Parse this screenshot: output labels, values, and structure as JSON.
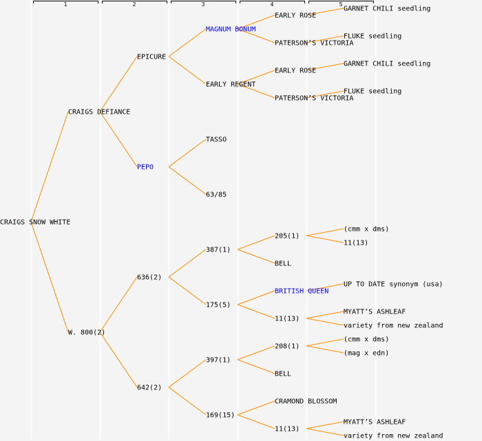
{
  "colors": {
    "background": "#f4f4f4",
    "column_line": "#ffffff",
    "connector": "#ff8c00",
    "text": "#000000",
    "highlight": "#0000ff"
  },
  "generation_headers": [
    "1",
    "2",
    "3",
    "4",
    "5"
  ],
  "tree": {
    "label": "CRAIGS SNOW WHITE",
    "children": [
      {
        "label": "CRAIGS DEFIANCE",
        "children": [
          {
            "label": "EPICURE",
            "children": [
              {
                "label": "MAGNUM BONUM",
                "highlight": true,
                "children": [
                  {
                    "label": "EARLY ROSE",
                    "children": [
                      {
                        "label": "GARNET CHILI seedling"
                      },
                      null
                    ]
                  },
                  {
                    "label": "PATERSON’S VICTORIA",
                    "children": [
                      {
                        "label": "FLUKE seedling"
                      },
                      null
                    ]
                  }
                ]
              },
              {
                "label": "EARLY REGENT",
                "children": [
                  {
                    "label": "EARLY ROSE",
                    "children": [
                      {
                        "label": "GARNET CHILI seedling"
                      },
                      null
                    ]
                  },
                  {
                    "label": "PATERSON’S VICTORIA",
                    "children": [
                      {
                        "label": "FLUKE seedling"
                      },
                      null
                    ]
                  }
                ]
              }
            ]
          },
          {
            "label": "PEPO",
            "highlight": true,
            "children": [
              {
                "label": "TASSO"
              },
              {
                "label": "63/85"
              }
            ]
          }
        ]
      },
      {
        "label": "W. 800(2)",
        "children": [
          {
            "label": "636(2)",
            "children": [
              {
                "label": "387(1)",
                "children": [
                  {
                    "label": "205(1)",
                    "children": [
                      {
                        "label": "(cmm x dms)"
                      },
                      {
                        "label": "11(13)"
                      }
                    ]
                  },
                  {
                    "label": "BELL"
                  }
                ]
              },
              {
                "label": "175(5)",
                "children": [
                  {
                    "label": "BRITISH QUEEN",
                    "highlight": true,
                    "children": [
                      {
                        "label": "UP TO DATE synonym (usa)"
                      },
                      null
                    ]
                  },
                  {
                    "label": "11(13)",
                    "children": [
                      {
                        "label": "MYATT’S ASHLEAF"
                      },
                      {
                        "label": "variety from new zealand"
                      }
                    ]
                  }
                ]
              }
            ]
          },
          {
            "label": "642(2)",
            "children": [
              {
                "label": "397(1)",
                "children": [
                  {
                    "label": "208(1)",
                    "children": [
                      {
                        "label": "(cmm x dms)"
                      },
                      {
                        "label": "(mag x edn)"
                      }
                    ]
                  },
                  {
                    "label": "BELL"
                  }
                ]
              },
              {
                "label": "169(15)",
                "children": [
                  {
                    "label": "CRAMOND BLOSSOM"
                  },
                  {
                    "label": "11(13)",
                    "children": [
                      {
                        "label": "MYATT’S ASHLEAF"
                      },
                      {
                        "label": "variety from new zealand"
                      }
                    ]
                  }
                ]
              }
            ]
          }
        ]
      }
    ]
  }
}
